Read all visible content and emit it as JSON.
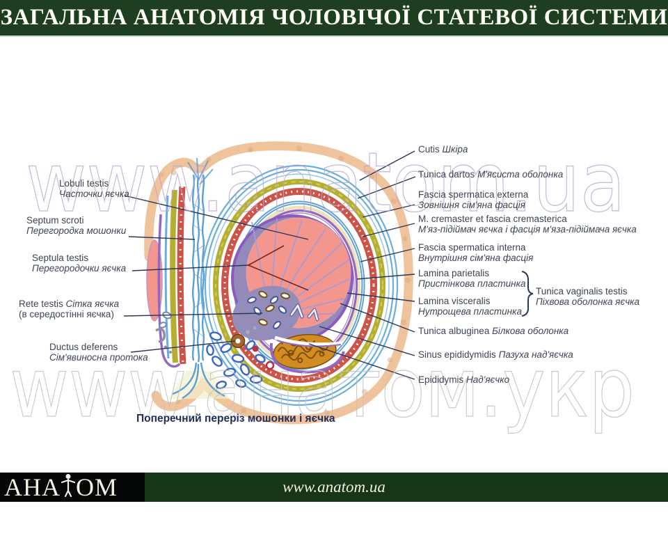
{
  "title": "ЗАГАЛЬНА АНАТОМІЯ ЧОЛОВІЧОЇ СТАТЕВОЇ СИСТЕМИ",
  "watermark_top": "www.anatom.ua",
  "watermark_bottom": "www.анатом.укр",
  "caption": "Поперечний переріз мошонки і яєчка",
  "labels": {
    "left": [
      {
        "latin": "Lobuli testis",
        "ukr": "Часточки яєчка"
      },
      {
        "latin": "Septum scroti",
        "ukr": "Перегородка мошонки"
      },
      {
        "latin": "Septula testis",
        "ukr": "Перегородочки яєчка"
      },
      {
        "latin": "Rete testis",
        "ukr": "Сітка яєчка",
        "note": "(в середостінні яєчка)"
      },
      {
        "latin": "Ductus deferens",
        "ukr": "Сім'явиносна протока"
      }
    ],
    "right": [
      {
        "latin": "Cutis",
        "ukr": "Шкіра"
      },
      {
        "latin": "Tunica dartos",
        "ukr": "М'ясиста оболонка"
      },
      {
        "latin": "Fascia spermatica externa",
        "ukr": "Зовнішня сім'яна фасція"
      },
      {
        "latin": "M. cremaster et fascia cremasterica",
        "ukr": "М'яз-підіймач яєчка і фасція м'яза-підіймача яєчка"
      },
      {
        "latin": "Fascia spermatica interna",
        "ukr": "Внутрішня сім'яна фасція"
      },
      {
        "latin": "Lamina parietalis",
        "ukr": "Пристінкова пластинка"
      },
      {
        "latin": "Lamina visceralis",
        "ukr": "Нутрощева пластинка"
      },
      {
        "latin": "Tunica albuginea",
        "ukr": "Білкова оболонка"
      },
      {
        "latin": "Sinus epididymidis",
        "ukr": "Пазуха над'яєчка"
      },
      {
        "latin": "Epididymis",
        "ukr": "Над'яєчко"
      }
    ],
    "brace_group": {
      "latin": "Tunica vaginalis testis",
      "ukr": "Піхвова оболонка яєчка"
    }
  },
  "footer": {
    "logo_prefix": "АНА",
    "logo_suffix": "ОМ",
    "logo_full": "АНАТОМ",
    "url": "www.anatom.ua"
  },
  "colors": {
    "title_bar_green": "#1d3e20",
    "footer_green": "#173618",
    "logo_block_black": "#060807",
    "leader_line_navy": "#2a3658",
    "caption_navy": "#222e5c",
    "watermark_purple": "#b7a6cf",
    "watermark_gray": "#c3c3c3",
    "skin_peach": "#efc39b",
    "dartos_blue": "#6aaede",
    "fascia_olive": "#b4ae31",
    "cremaster_red": "#cd5348",
    "interna_blue": "#5b9fd4",
    "lamina_purple": "#9468c2",
    "testis_pink": "#f2968e",
    "epididymis_orange": "#d28c22"
  }
}
